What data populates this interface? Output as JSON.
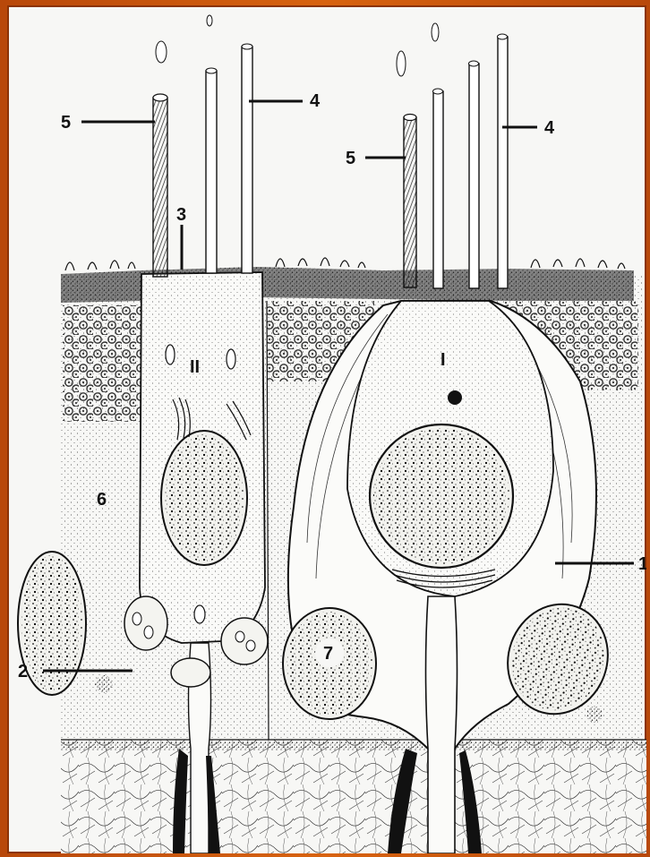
{
  "labels": {
    "l1": "1",
    "l2": "2",
    "l3": "3",
    "l4a": "4",
    "l4b": "4",
    "l5a": "5",
    "l5b": "5",
    "l6": "6",
    "l7": "7",
    "cell_I": "I",
    "cell_II": "II"
  },
  "colors": {
    "frame": "#c2520c",
    "paper": "#f7f7f5",
    "ink": "#111111"
  }
}
